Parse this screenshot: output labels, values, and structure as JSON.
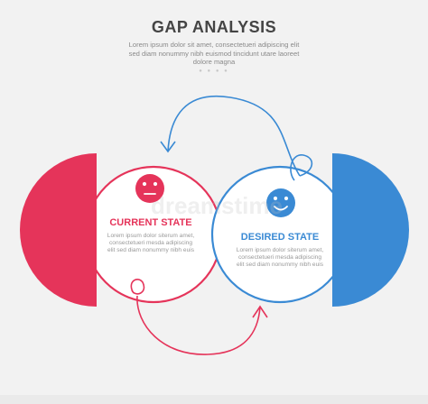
{
  "header": {
    "title": "GAP ANALYSIS",
    "subtitle": "Lorem ipsum dolor sit amet, consectetueri adipiscing elit sed diam nonummy nibh euismod tincidunt utare laoreet dolore magna",
    "dots": "● ● ● ●"
  },
  "current_state": {
    "title": "CURRENT STATE",
    "description": "Lorem ipsum dolor siterum amet, consectetueri mesda adipiscing elit sed diam nonummy nibh euis",
    "color": "#e5345a",
    "face": "neutral-face-icon"
  },
  "desired_state": {
    "title": "DESIRED STATE",
    "description": "Lorem ipsum dolor siterum amet, consectetueri mesda adipiscing elit sed diam nonummy nibh euis",
    "color": "#3a8ad4",
    "face": "happy-face-icon"
  },
  "watermark": "dreamstime"
}
